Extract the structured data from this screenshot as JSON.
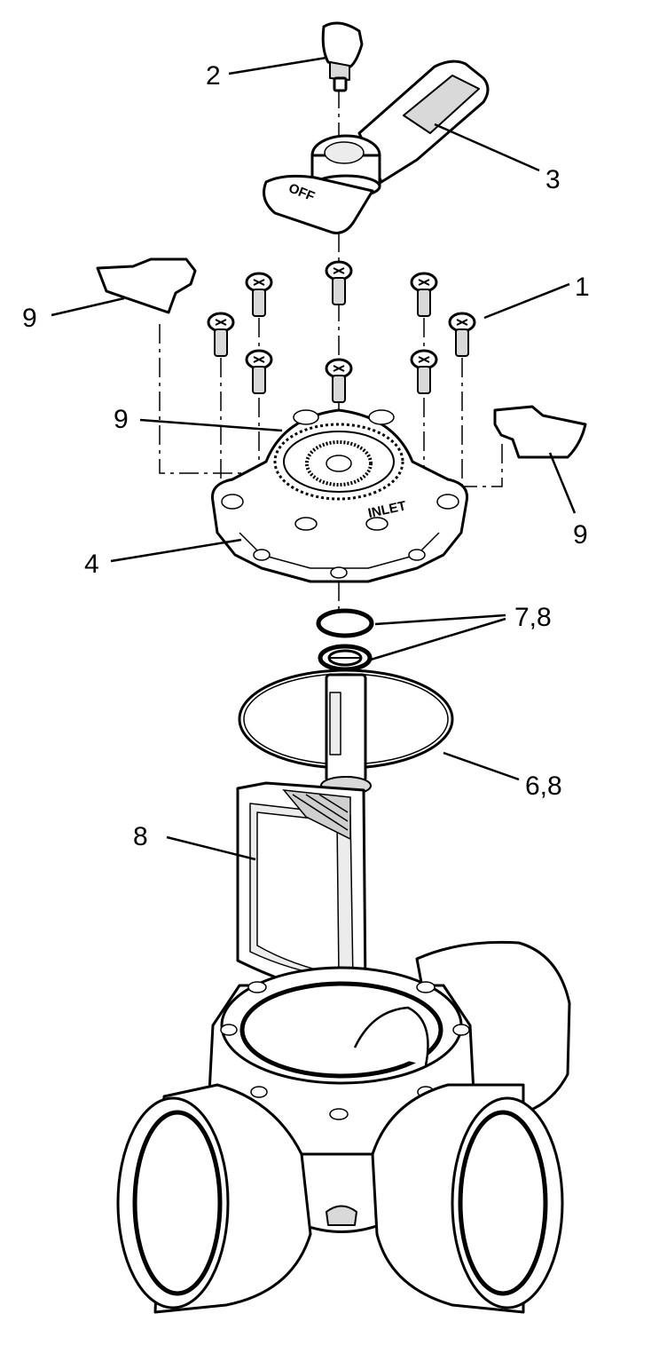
{
  "diagram": {
    "type": "exploded-parts-view",
    "callouts": [
      {
        "id": "screw",
        "label": "1"
      },
      {
        "id": "knob",
        "label": "2"
      },
      {
        "id": "handle",
        "label": "3"
      },
      {
        "id": "cover",
        "label": "4"
      },
      {
        "id": "cover-gasket",
        "label": "6,8"
      },
      {
        "id": "o-rings",
        "label": "7,8"
      },
      {
        "id": "diverter",
        "label": "8"
      },
      {
        "id": "cam-left",
        "label": "9"
      },
      {
        "id": "cam-inner",
        "label": "9"
      },
      {
        "id": "cam-right",
        "label": "9"
      }
    ],
    "embossed_text": {
      "handle_off": "OFF",
      "cover_inlet": "INLET"
    }
  }
}
